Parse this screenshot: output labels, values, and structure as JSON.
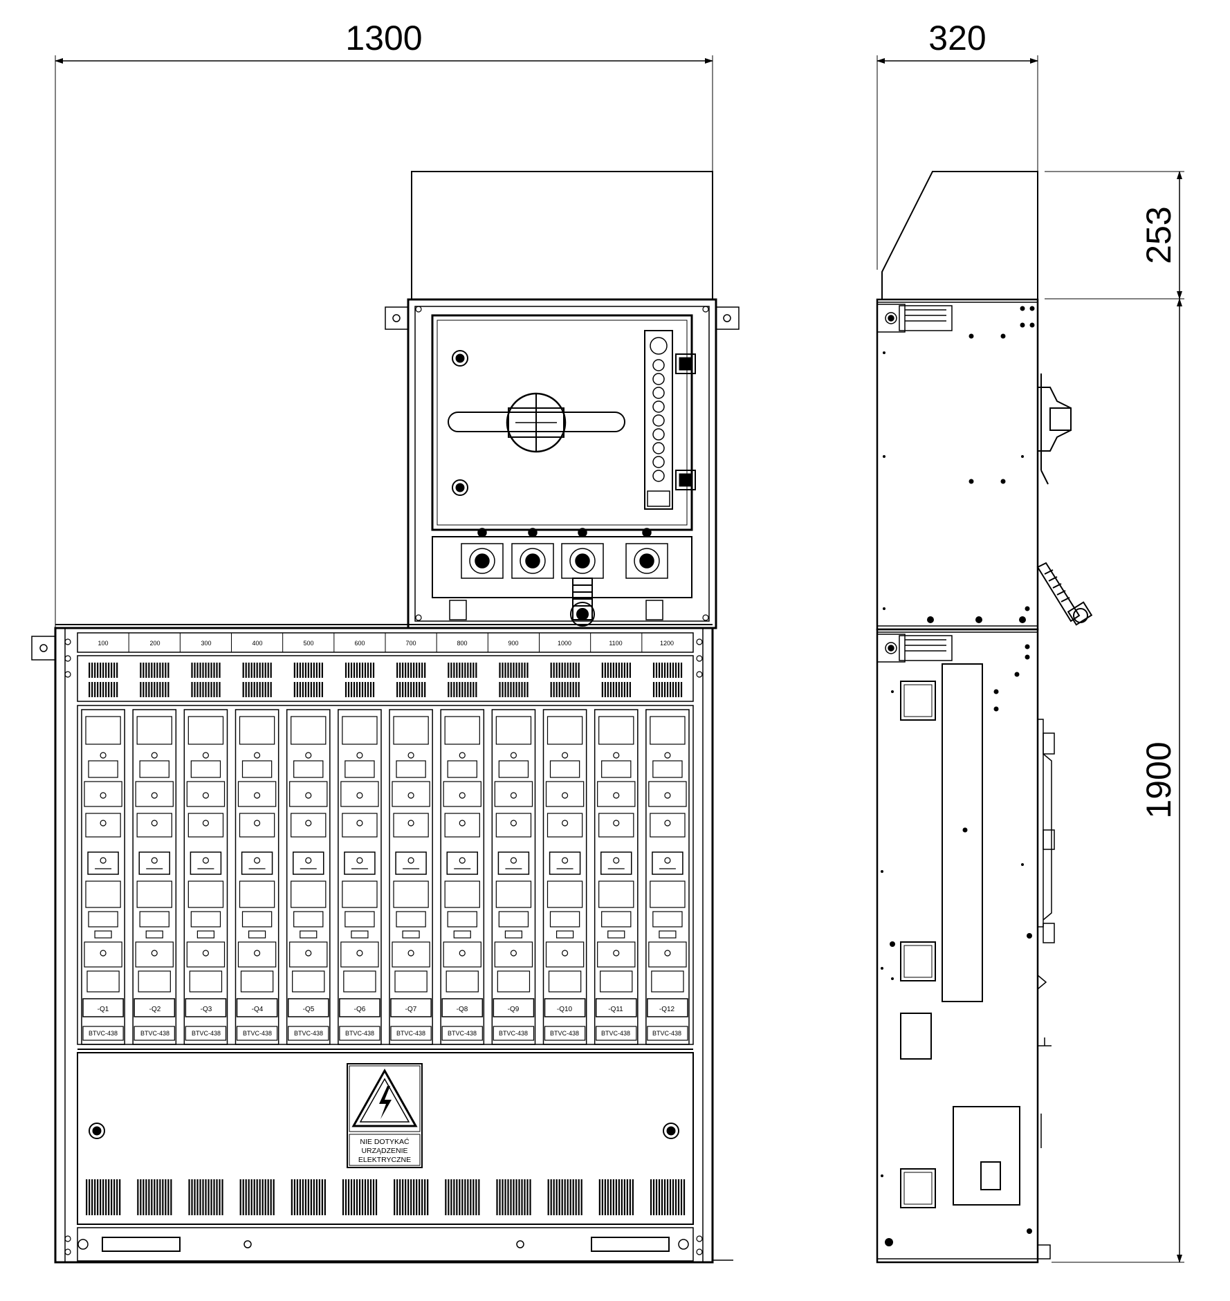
{
  "dimensions": {
    "front_width": "1300",
    "side_depth": "320",
    "top_height": "253",
    "total_height": "1900"
  },
  "scale_markers": [
    "100",
    "200",
    "300",
    "400",
    "500",
    "600",
    "700",
    "800",
    "900",
    "1000",
    "1100",
    "1200"
  ],
  "breakers": [
    {
      "tag": "-Q1",
      "model": "BTVC-438"
    },
    {
      "tag": "-Q2",
      "model": "BTVC-438"
    },
    {
      "tag": "-Q3",
      "model": "BTVC-438"
    },
    {
      "tag": "-Q4",
      "model": "BTVC-438"
    },
    {
      "tag": "-Q5",
      "model": "BTVC-438"
    },
    {
      "tag": "-Q6",
      "model": "BTVC-438"
    },
    {
      "tag": "-Q7",
      "model": "BTVC-438"
    },
    {
      "tag": "-Q8",
      "model": "BTVC-438"
    },
    {
      "tag": "-Q9",
      "model": "BTVC-438"
    },
    {
      "tag": "-Q10",
      "model": "BTVC-438"
    },
    {
      "tag": "-Q11",
      "model": "BTVC-438"
    },
    {
      "tag": "-Q12",
      "model": "BTVC-438"
    }
  ],
  "warning_sign": {
    "line1": "NIE DOTYKAĆ",
    "line2": "URZĄDZENIE",
    "line3": "ELEKTRYCZNE"
  }
}
